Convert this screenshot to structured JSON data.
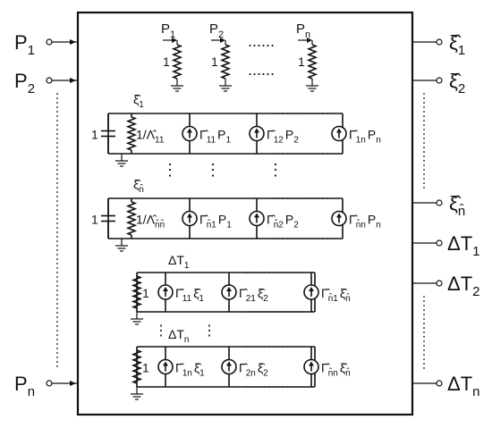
{
  "inputs": [
    {
      "id": "p1",
      "name": "P",
      "sub": "1"
    },
    {
      "id": "p2",
      "name": "P",
      "sub": "2"
    },
    {
      "id": "pn",
      "name": "P",
      "sub": "n"
    }
  ],
  "outputs": [
    {
      "id": "xi1",
      "name": "ξ̂",
      "sub": "1"
    },
    {
      "id": "xi2",
      "name": "ξ̂",
      "sub": "2"
    },
    {
      "id": "xin",
      "name": "ξ̂",
      "sub": "n̂"
    },
    {
      "id": "dt1",
      "name": "ΔT",
      "sub": "1"
    },
    {
      "id": "dt2",
      "name": "ΔT",
      "sub": "2"
    },
    {
      "id": "dtn",
      "name": "ΔT",
      "sub": "n"
    }
  ],
  "power_sources": [
    {
      "label": "P",
      "sub": "1",
      "res": "1"
    },
    {
      "label": "P",
      "sub": "2",
      "res": "1"
    },
    {
      "label": "P",
      "sub": "n",
      "res": "1"
    }
  ],
  "thermal_blocks": [
    {
      "node": "ξ̂",
      "node_sub": "1",
      "cap": "1",
      "res": "1/Λ̂",
      "res_sub": "11",
      "sources": [
        {
          "coef": "Γ̂",
          "coef_sub": "11",
          "var": "P",
          "var_sub": "1"
        },
        {
          "coef": "Γ̂",
          "coef_sub": "12",
          "var": "P",
          "var_sub": "2"
        },
        {
          "coef": "Γ̂",
          "coef_sub": "1n",
          "var": "P",
          "var_sub": "n"
        }
      ]
    },
    {
      "node": "ξ̂",
      "node_sub": "n̂",
      "cap": "1",
      "res": "1/Λ̂",
      "res_sub": "n̂n̂",
      "sources": [
        {
          "coef": "Γ̂",
          "coef_sub": "n̂1",
          "var": "P",
          "var_sub": "1"
        },
        {
          "coef": "Γ̂",
          "coef_sub": "n̂2",
          "var": "P",
          "var_sub": "2"
        },
        {
          "coef": "Γ̂",
          "coef_sub": "n̂n",
          "var": "P",
          "var_sub": "n"
        }
      ]
    }
  ],
  "temp_blocks": [
    {
      "node": "ΔT",
      "node_sub": "1",
      "res": "1",
      "sources": [
        {
          "coef": "Γ̂",
          "coef_sub": "11",
          "var": "ξ̂",
          "var_sub": "1"
        },
        {
          "coef": "Γ̂",
          "coef_sub": "21",
          "var": "ξ̂",
          "var_sub": "2"
        },
        {
          "coef": "Γ̂",
          "coef_sub": "n̂1",
          "var": "ξ̂",
          "var_sub": "n̂"
        }
      ]
    },
    {
      "node": "ΔT",
      "node_sub": "n",
      "res": "1",
      "sources": [
        {
          "coef": "Γ̂",
          "coef_sub": "1n",
          "var": "ξ̂",
          "var_sub": "1"
        },
        {
          "coef": "Γ̂",
          "coef_sub": "2n",
          "var": "ξ̂",
          "var_sub": "2"
        },
        {
          "coef": "Γ̂",
          "coef_sub": "n̂n",
          "var": "ξ̂",
          "var_sub": "n̂"
        }
      ]
    }
  ],
  "ellipsis": {
    "h": "......",
    "v": "⋮"
  }
}
